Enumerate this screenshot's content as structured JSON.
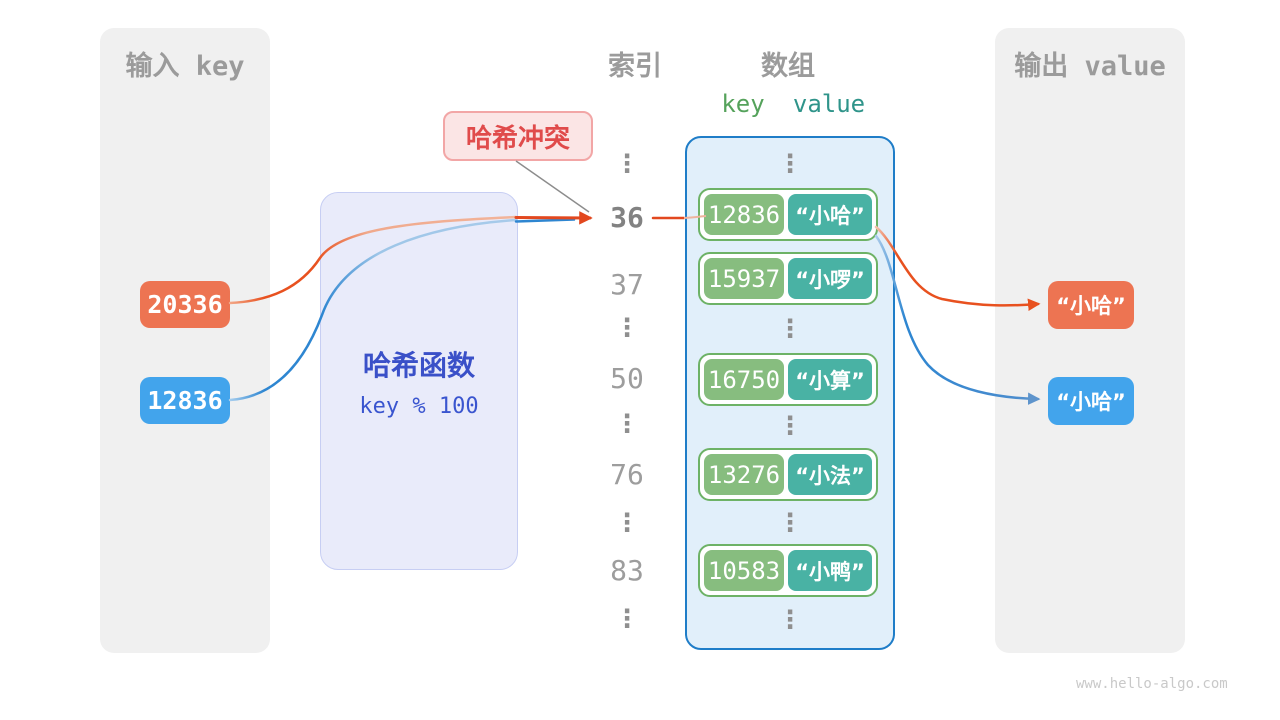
{
  "input_panel": {
    "title": "输入 key",
    "keys": [
      {
        "label": "20336",
        "variant": "orange"
      },
      {
        "label": "12836",
        "variant": "blue"
      }
    ]
  },
  "hash_function": {
    "title": "哈希函数",
    "formula": "key % 100"
  },
  "collision_label": {
    "text": "哈希冲突"
  },
  "index_column": {
    "title": "索引",
    "rows": [
      {
        "label": "⋮",
        "type": "dots"
      },
      {
        "label": "36",
        "type": "value",
        "highlight": true
      },
      {
        "label": "37",
        "type": "value"
      },
      {
        "label": "⋮",
        "type": "dots"
      },
      {
        "label": "50",
        "type": "value"
      },
      {
        "label": "⋮",
        "type": "dots"
      },
      {
        "label": "76",
        "type": "value"
      },
      {
        "label": "⋮",
        "type": "dots"
      },
      {
        "label": "83",
        "type": "value"
      },
      {
        "label": "⋮",
        "type": "dots"
      }
    ]
  },
  "array_panel": {
    "title": "数组",
    "key_header": "key",
    "value_header": "value",
    "ellipsis": "⋮",
    "entries": [
      {
        "key": "12836",
        "value": "“小哈”"
      },
      {
        "key": "15937",
        "value": "“小啰”"
      },
      {
        "key": "16750",
        "value": "“小算”"
      },
      {
        "key": "13276",
        "value": "“小法”"
      },
      {
        "key": "10583",
        "value": "“小鸭”"
      }
    ]
  },
  "output_panel": {
    "title": "输出 value",
    "values": [
      {
        "label": "“小哈”",
        "variant": "orange"
      },
      {
        "label": "“小哈”",
        "variant": "blue"
      }
    ]
  },
  "watermark": "www.hello-algo.com",
  "colors": {
    "orange": "#ed7452",
    "blue": "#42a4ec",
    "arrow_orange": "#e8511f",
    "arrow_blue": "#2e86d1",
    "hash_box_fill": "#e9ebfa",
    "hash_text": "#3a50c8",
    "collision_fill": "#fbe5e5",
    "collision_text": "#e04b4b",
    "array_border": "#1f7dc8",
    "array_fill": "#e1effa",
    "entry_key_green": "#87bd7f",
    "entry_value_teal": "#49b2a4",
    "panel_gray": "#f0f0f0"
  }
}
